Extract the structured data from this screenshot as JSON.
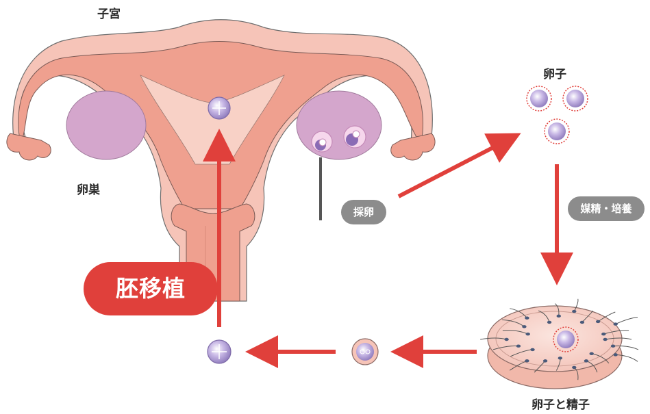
{
  "labels": {
    "uterus": "子宮",
    "ovary": "卵巣",
    "eggs": "卵子",
    "retrieval": "採卵",
    "culture": "媒精・培養",
    "egg_and_sperm": "卵子と精子",
    "transfer": "胚移植"
  },
  "colors": {
    "arrow": "#e0403b",
    "uterus_fill": "#efa08f",
    "uterus_light": "#f6c4b8",
    "ovary": "#d4a6cc",
    "egg": "#b7a3d6",
    "pill": "#8c8c8c",
    "badge": "#e0403b"
  }
}
